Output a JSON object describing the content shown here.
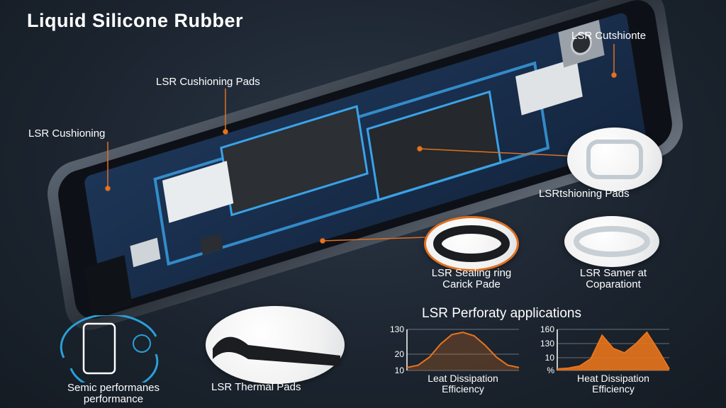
{
  "title": "Liquid Silicone Rubber",
  "callouts": {
    "top_right": "LSR Cutshionte",
    "pads": "LSR Cushioning Pads",
    "left": "LSR Cushioning",
    "right_circle": "LSRtshioning Pads",
    "sealing_line1": "LSR Sealing ring",
    "sealing_line2": "Carick Pade",
    "samer_line1": "LSR Samer at",
    "samer_line2": "Coparationt"
  },
  "bottom": {
    "semic_line1": "Semic performanes",
    "semic_line2": "performance",
    "thermal": "LSR Thermal Pads"
  },
  "charts_heading": "LSR Perforaty applications",
  "chart_data": [
    {
      "type": "area",
      "ytick_labels": [
        "130",
        "20",
        "10"
      ],
      "series": [
        {
          "x": [
            0,
            1,
            2,
            3,
            4,
            5,
            6,
            7,
            8,
            9,
            10
          ],
          "values": [
            10,
            18,
            45,
            90,
            122,
            130,
            118,
            85,
            45,
            18,
            10
          ]
        }
      ],
      "caption_line1": "Leat Dissipation",
      "caption_line2": "Efficiency",
      "color": "#e8741c"
    },
    {
      "type": "area",
      "ytick_labels": [
        "160",
        "130",
        "10",
        "%"
      ],
      "series": [
        {
          "x": [
            0,
            1,
            2,
            3,
            4,
            5,
            6,
            7,
            8,
            9,
            10
          ],
          "values": [
            5,
            8,
            15,
            40,
            120,
            75,
            60,
            90,
            130,
            70,
            5
          ]
        }
      ],
      "caption_line1": "Heat Dissipation",
      "caption_line2": "Efficiency",
      "color": "#e8741c"
    }
  ],
  "colors": {
    "accent": "#e8741c",
    "board": "#1f3a5c",
    "blue_glow": "#3aa3e8"
  }
}
